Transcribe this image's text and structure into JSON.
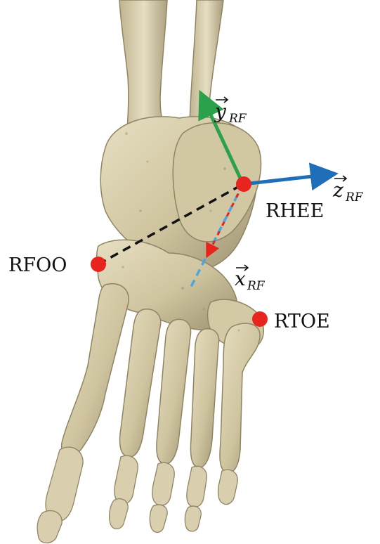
{
  "labels": {
    "rhee": "RHEE",
    "rfoo": "RFOO",
    "rtoe": "RTOE"
  },
  "axes": {
    "y": {
      "symbol": "y",
      "subscript": "RF"
    },
    "z": {
      "symbol": "z",
      "subscript": "RF"
    },
    "x": {
      "symbol": "x",
      "subscript": "RF"
    }
  },
  "colors": {
    "bone": "#d6ccaa",
    "bone_shadow": "#8f8463",
    "marker": "#e8241e",
    "y_axis": "#2aa14a",
    "z_axis": "#1f6fb8",
    "x_axis": "#e8241e",
    "x_axis_dash": "#4aa6e0",
    "reference_line": "#111111"
  }
}
